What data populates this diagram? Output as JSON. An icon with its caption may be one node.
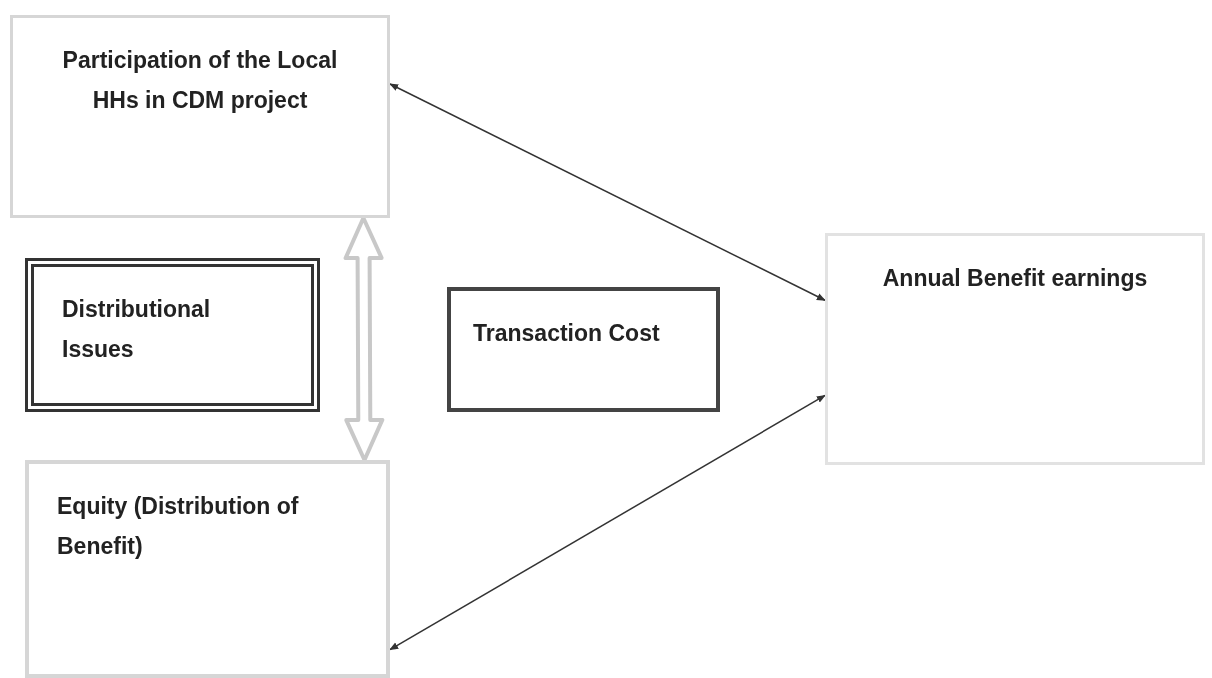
{
  "diagram": {
    "nodes": [
      {
        "text": [
          "Participation of the Local HHs in CDM project"
        ]
      },
      {
        "text": [
          "Distributional Issues"
        ]
      },
      {
        "text": [
          "Transaction Cost"
        ]
      },
      {
        "text": [
          "Annual Benefit earnings"
        ]
      },
      {
        "text": [
          "Equity (Distribution of Benefit)"
        ]
      }
    ],
    "edges": [
      {
        "from": 0,
        "to": 3,
        "arrow": "both"
      },
      {
        "from": 4,
        "to": 3,
        "arrow": "both"
      },
      {
        "from": 0,
        "to": 4,
        "arrow": "both",
        "style": "thick",
        "color": "#c8c8c8"
      }
    ]
  }
}
